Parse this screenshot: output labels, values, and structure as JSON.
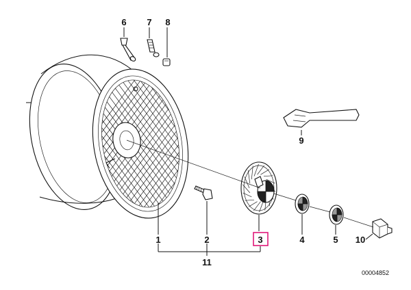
{
  "callouts": {
    "c1": "1",
    "c2": "2",
    "c3": "3",
    "c4": "4",
    "c5": "5",
    "c6": "6",
    "c7": "7",
    "c8": "8",
    "c9": "9",
    "c10": "10",
    "c11": "11"
  },
  "reference_number": "00004852",
  "highlighted_callout": "3",
  "colors": {
    "highlight": "#e0187a",
    "line": "#111111",
    "background": "#ffffff"
  }
}
